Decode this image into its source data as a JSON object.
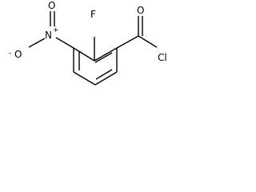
{
  "structure": {
    "atom_labels": {
      "fluorine": "F",
      "carbonyl_oxygen": "O",
      "chlorine": "Cl",
      "nitro_nitrogen": "N",
      "nitro_oxygen_top": "O",
      "nitro_oxygen_left": "O"
    },
    "charges": {
      "nitro_nitrogen": "+",
      "nitro_oxygen_left": "-"
    },
    "colors": {
      "bond": "#000000",
      "label": "#000000",
      "background": "#ffffff"
    }
  }
}
